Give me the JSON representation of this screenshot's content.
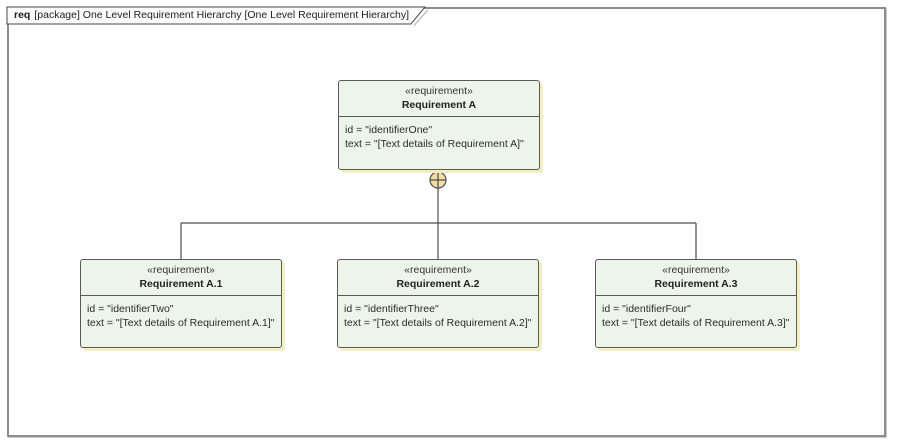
{
  "frame": {
    "tab": {
      "keyword": "req",
      "title": "[package] One Level Requirement Hierarchy [One Level Requirement Hierarchy]"
    }
  },
  "colors": {
    "node_fill": "#edf5ea",
    "node_border": "#5a5a5a",
    "node_shadow": "#f2efc0",
    "connector": "#4d4d4d",
    "circle_fill": "#f3dca6",
    "frame_border": "#8d8d8d"
  },
  "nodes": [
    {
      "stereotype": "«requirement»",
      "name": "Requirement A",
      "id_line": "id = \"identifierOne\"",
      "text_line": "text = \"[Text details of Requirement A]\""
    },
    {
      "stereotype": "«requirement»",
      "name": "Requirement A.1",
      "id_line": "id = \"identifierTwo\"",
      "text_line": "text = \"[Text details of Requirement A.1]\""
    },
    {
      "stereotype": "«requirement»",
      "name": "Requirement A.2",
      "id_line": "id = \"identifierThree\"",
      "text_line": "text = \"[Text details of Requirement A.2]\""
    },
    {
      "stereotype": "«requirement»",
      "name": "Requirement A.3",
      "id_line": "id = \"identifierFour\"",
      "text_line": "text = \"[Text details of Requirement A.3]\""
    }
  ],
  "connector": {
    "type": "requirement-containment",
    "symbol": "crosshair-circle"
  }
}
